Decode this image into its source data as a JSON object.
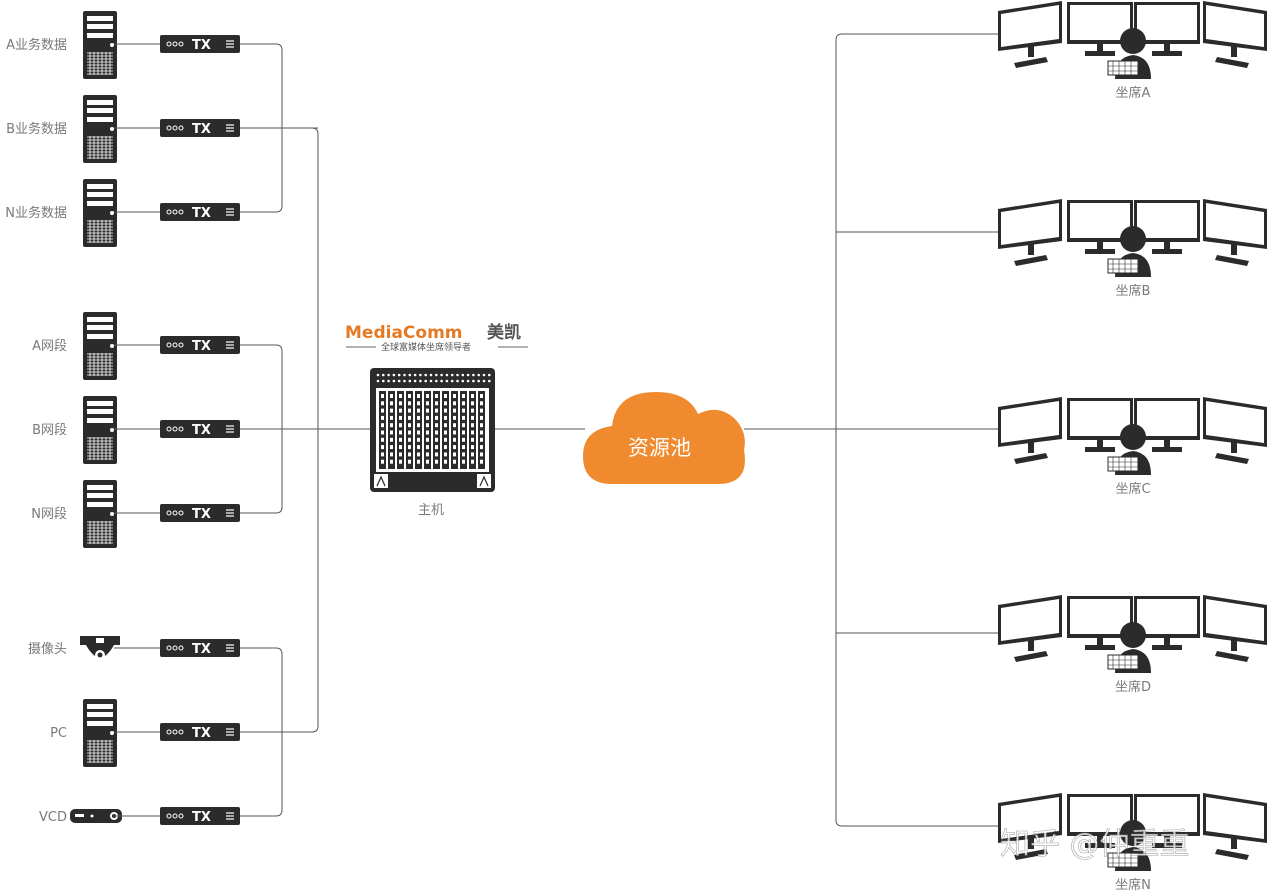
{
  "sources": [
    {
      "label": "A业务数据",
      "device": "server"
    },
    {
      "label": "B业务数据",
      "device": "server"
    },
    {
      "label": "N业务数据",
      "device": "server"
    },
    {
      "label": "A网段",
      "device": "server"
    },
    {
      "label": "B网段",
      "device": "server"
    },
    {
      "label": "N网段",
      "device": "server"
    },
    {
      "label": "摄像头",
      "device": "camera"
    },
    {
      "label": "PC",
      "device": "server"
    },
    {
      "label": "VCD",
      "device": "vcd"
    }
  ],
  "transmitter_label": "TX",
  "brand": {
    "name": "MediaComm",
    "name_cn": "美凯",
    "slogan": "全球富媒体坐席领导者"
  },
  "host": {
    "label": "主机"
  },
  "resource_pool": {
    "label": "资源池",
    "color": "#ef8a2e"
  },
  "seats": [
    {
      "label": "坐席A"
    },
    {
      "label": "坐席B"
    },
    {
      "label": "坐席C"
    },
    {
      "label": "坐席D"
    },
    {
      "label": "坐席N"
    }
  ],
  "watermark": "知乎 @仲重重",
  "colors": {
    "device": "#2b2b2b",
    "line": "#555555",
    "label": "#7a7a7a"
  }
}
